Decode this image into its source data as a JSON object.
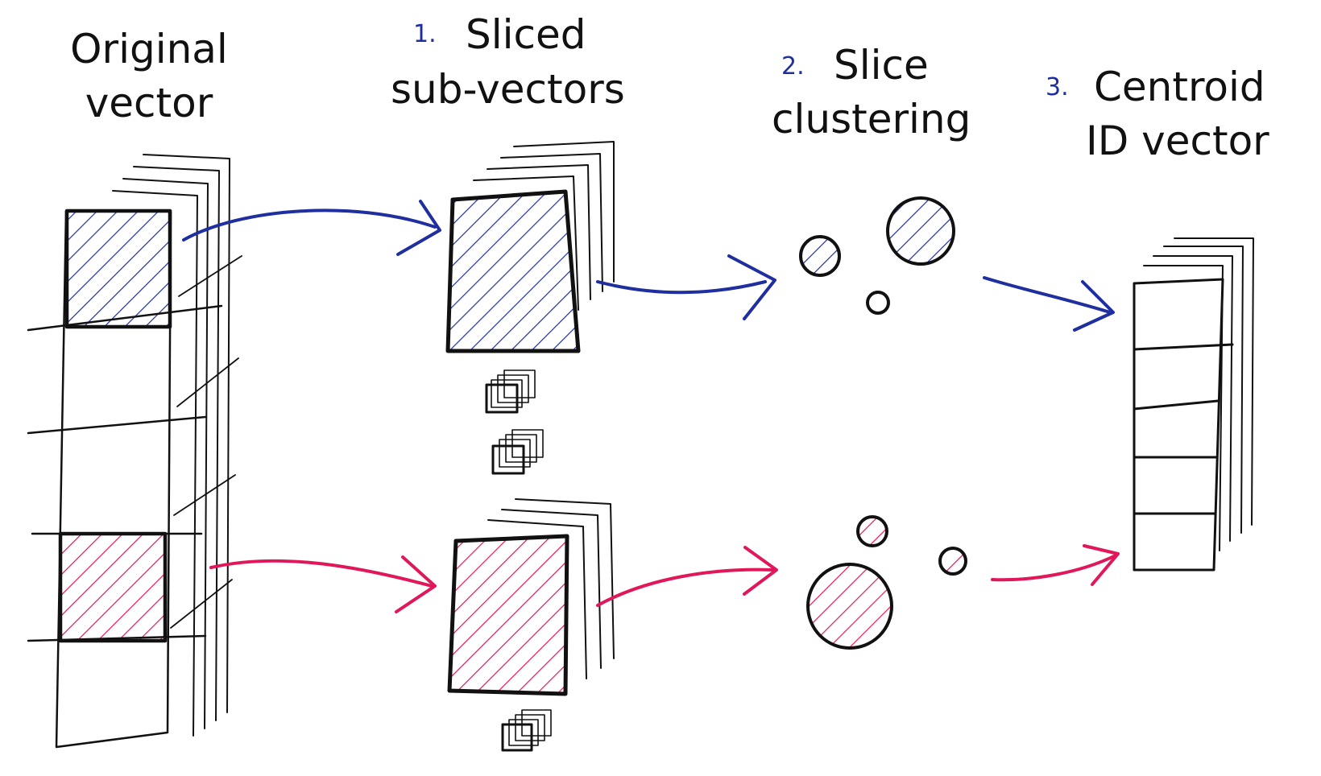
{
  "colors": {
    "ink": "#111111",
    "blue": "#1f2fa0",
    "red": "#e0185a"
  },
  "labels": {
    "original": {
      "line1": "Original",
      "line2": "vector"
    },
    "step1": {
      "num": "1.",
      "line1": "Sliced",
      "line2": "sub-vectors"
    },
    "step2": {
      "num": "2.",
      "line1": "Slice",
      "line2": "clustering"
    },
    "step3": {
      "num": "3.",
      "line1": "Centroid",
      "line2": "ID vector"
    }
  }
}
